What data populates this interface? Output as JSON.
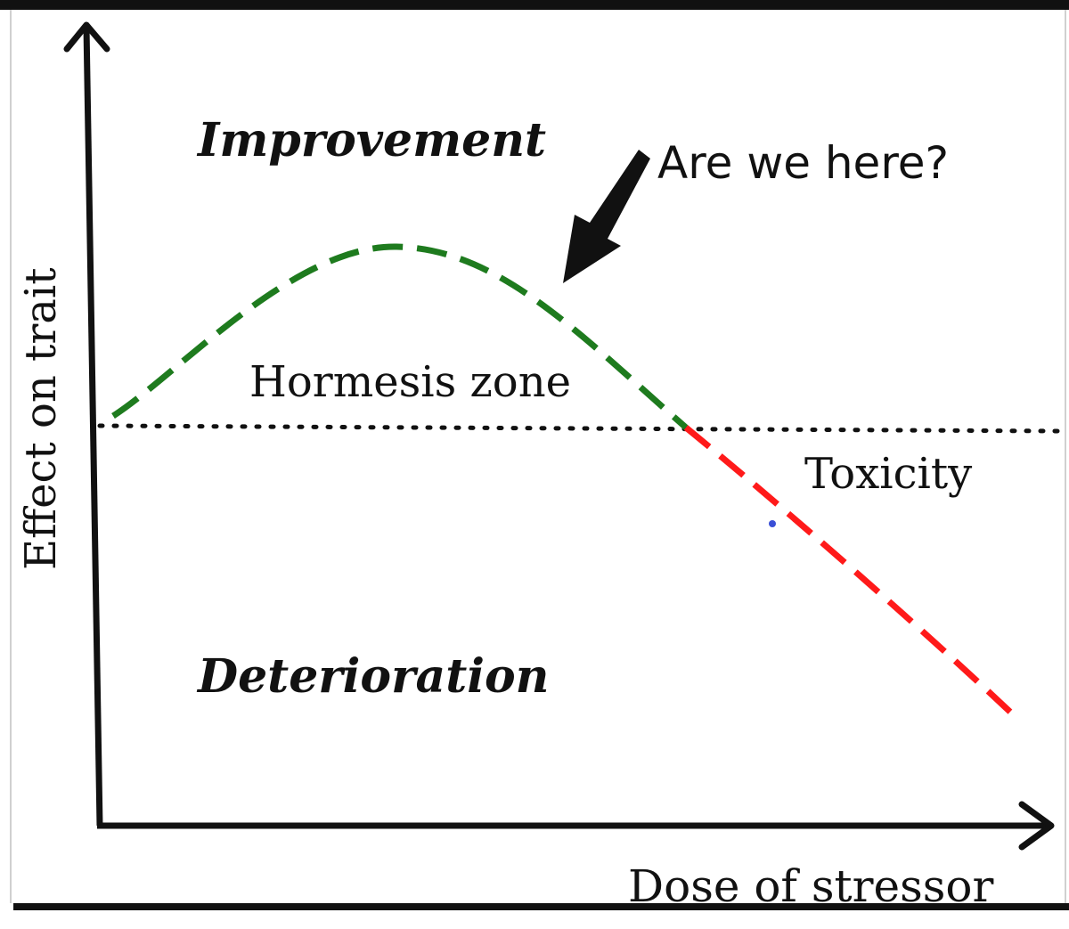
{
  "diagram": {
    "y_axis_label": "Effect on trait",
    "x_axis_label": "Dose of stressor",
    "regions": {
      "improvement": "Improvement",
      "deterioration": "Deterioration",
      "hormesis": "Hormesis zone",
      "toxicity": "Toxicity"
    },
    "annotation": "Are we here?",
    "colors": {
      "hormesis_curve": "#1e7b1e",
      "toxicity_curve": "#ff1a1a",
      "axes": "#111111",
      "baseline": "#111111",
      "marker_dot": "#3a4fd6"
    }
  }
}
